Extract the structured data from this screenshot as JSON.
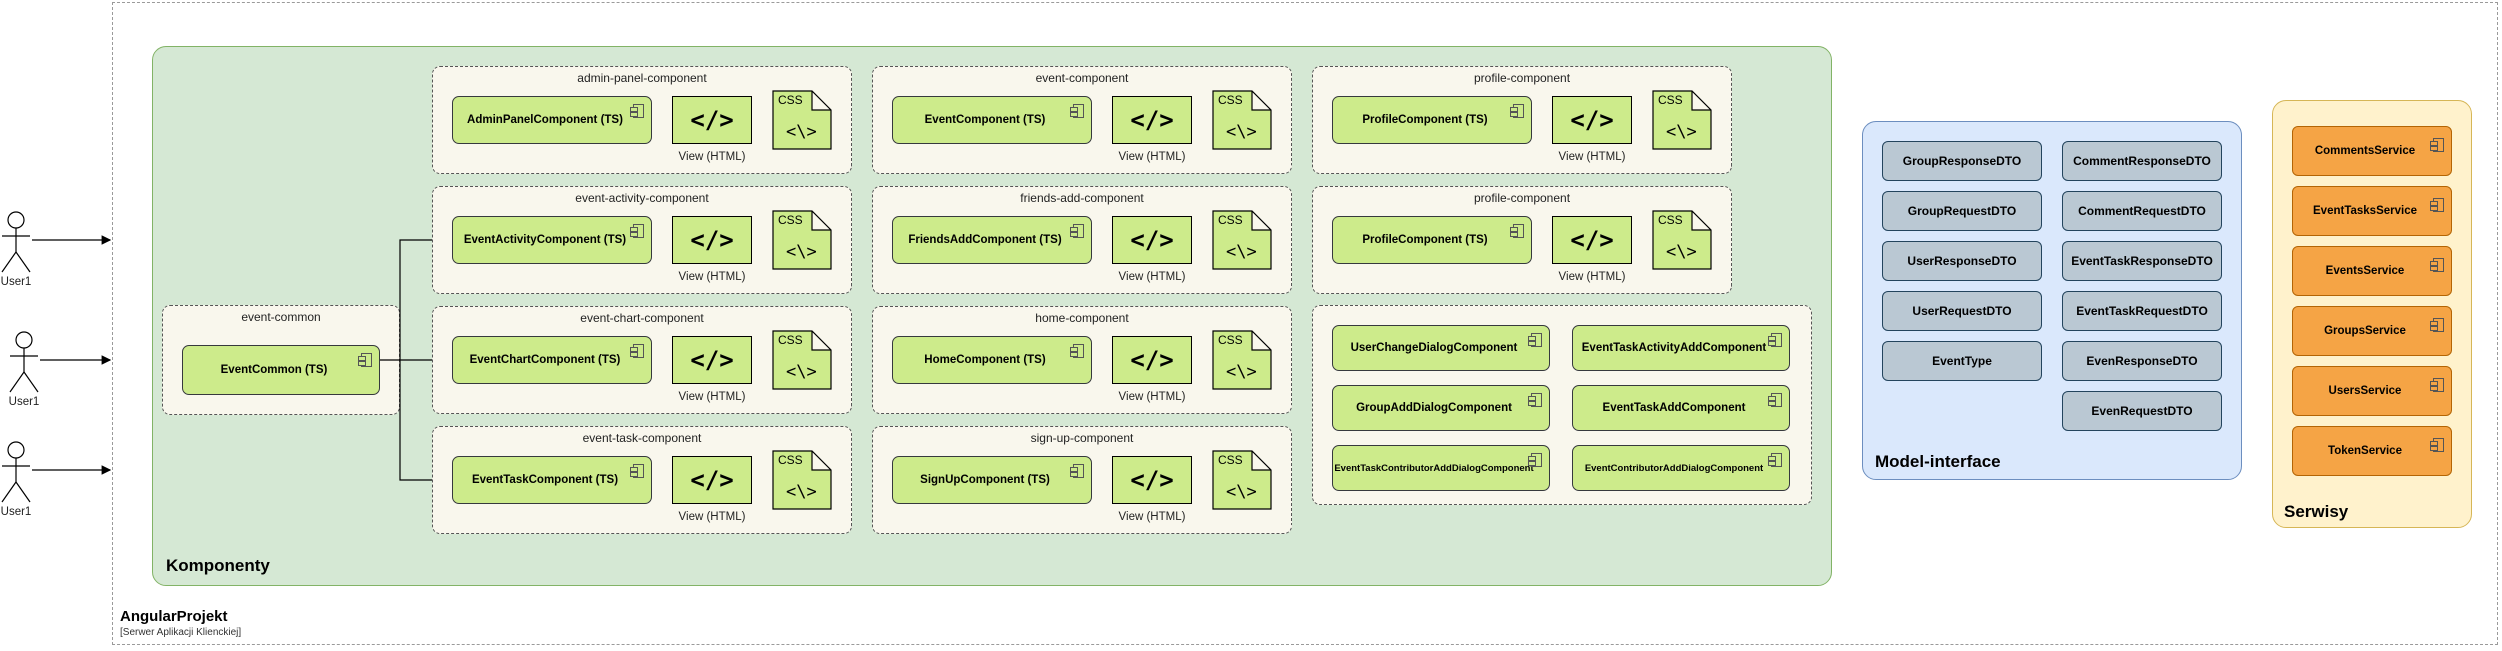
{
  "project": {
    "title": "AngularProjekt",
    "subtitle": "[Serwer Aplikacji Klienckiej]"
  },
  "actors": [
    "User1",
    "User1",
    "User1"
  ],
  "komponenty": {
    "title": "Komponenty",
    "common": {
      "label": "event-common",
      "component": "EventCommon (TS)"
    },
    "view_label": "View (HTML)",
    "view_glyph": "</>",
    "css_label": "CSS",
    "css_glyph": "<\\>",
    "groups": [
      {
        "label": "admin-panel-component",
        "component": "AdminPanelComponent (TS)"
      },
      {
        "label": "event-activity-component",
        "component": "EventActivityComponent (TS)"
      },
      {
        "label": "event-chart-component",
        "component": "EventChartComponent (TS)"
      },
      {
        "label": "event-task-component",
        "component": "EventTaskComponent (TS)"
      },
      {
        "label": "event-component",
        "component": "EventComponent (TS)"
      },
      {
        "label": "friends-add-component",
        "component": "FriendsAddComponent (TS)"
      },
      {
        "label": "home-component",
        "component": "HomeComponent (TS)"
      },
      {
        "label": "sign-up-component",
        "component": "SignUpComponent (TS)"
      },
      {
        "label": "profile-component",
        "component": "ProfileComponent (TS)"
      },
      {
        "label": "profile-component",
        "component": "ProfileComponent (TS)"
      }
    ],
    "dialogs": [
      "UserChangeDialogComponent",
      "EventTaskActivityAddComponent",
      "GroupAddDialogComponent",
      "EventTaskAddComponent",
      "EventTaskContributorAddDialogComponent",
      "EventContributorAddDialogComponent"
    ]
  },
  "model": {
    "title": "Model-interface",
    "left": [
      "GroupResponseDTO",
      "GroupRequestDTO",
      "UserResponseDTO",
      "UserRequestDTO",
      "EventType"
    ],
    "right": [
      "CommentResponseDTO",
      "CommentRequestDTO",
      "EventTaskResponseDTO",
      "EventTaskRequestDTO",
      "EvenResponseDTO",
      "EvenRequestDTO"
    ]
  },
  "serwisy": {
    "title": "Serwisy",
    "items": [
      "CommentsService",
      "EventTasksService",
      "EventsService",
      "GroupsService",
      "UsersService",
      "TokenService"
    ]
  },
  "colors": {
    "component_fill": "#cdeb8b",
    "komponenty_fill": "#d5e8d4",
    "model_fill": "#dae8fc",
    "dto_fill": "#bac8d3",
    "serwisy_fill": "#fff2cc",
    "service_fill": "#f5a445"
  }
}
